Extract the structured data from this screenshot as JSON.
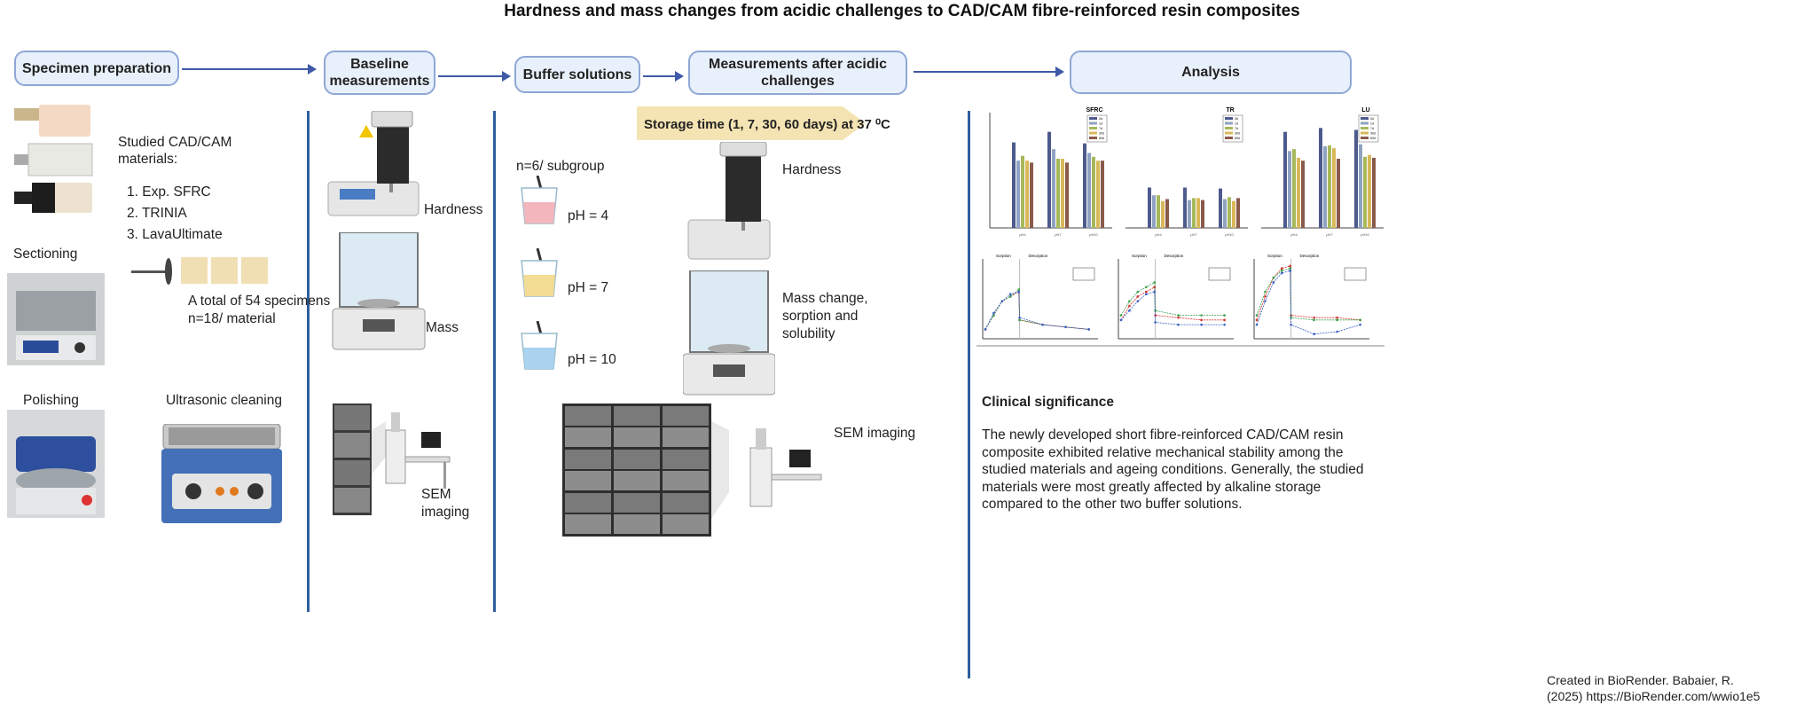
{
  "title": "Hardness and mass changes from acidic challenges to CAD/CAM fibre-reinforced resin composites",
  "steps": [
    {
      "label": "Specimen preparation"
    },
    {
      "label": "Baseline measurements"
    },
    {
      "label": "Buffer solutions"
    },
    {
      "label": "Measurements after acidic challenges"
    },
    {
      "label": "Analysis"
    }
  ],
  "specimen": {
    "materials_heading": "Studied CAD/CAM materials:",
    "materials": [
      "1.  Exp. SFRC",
      "2.  TRINIA",
      "3.  LavaUltimate"
    ],
    "sectioning": "Sectioning",
    "total": "A total of 54 specimens",
    "per_material": "n=18/ material",
    "polishing": "Polishing",
    "cleaning": "Ultrasonic cleaning"
  },
  "baseline": {
    "hardness": "Hardness",
    "mass": "Mass",
    "sem": "SEM imaging"
  },
  "buffer": {
    "subgroup": "n=6/ subgroup",
    "ph": [
      "pH = 4",
      "pH = 7",
      "pH = 10"
    ],
    "ph_colors": [
      "#f4b6bd",
      "#f3dc93",
      "#a9d3ef"
    ],
    "sem": "SEM imaging"
  },
  "after": {
    "storage": "Storage time (1, 7, 30, 60 days) at 37 ⁰C",
    "hardness": "Hardness",
    "mass": "Mass change, sorption and solubility"
  },
  "analysis": {
    "bar_charts": [
      {
        "title": "SFRC",
        "groups": [
          "pH4",
          "pH7",
          "pH10"
        ],
        "legend": [
          "0d",
          "1d",
          "7d",
          "30d",
          "60d"
        ],
        "values": [
          [
            89,
            70,
            75,
            70,
            68
          ],
          [
            100,
            82,
            72,
            72,
            68
          ],
          [
            88,
            78,
            74,
            70,
            70
          ]
        ]
      },
      {
        "title": "TR",
        "groups": [
          "pH4",
          "pH7",
          "pH10"
        ],
        "legend": [
          "0d",
          "1d",
          "7d",
          "30d",
          "60d"
        ],
        "values": [
          [
            42,
            34,
            34,
            28,
            30
          ],
          [
            42,
            29,
            31,
            31,
            29
          ],
          [
            41,
            30,
            32,
            28,
            31
          ]
        ]
      },
      {
        "title": "LU",
        "groups": [
          "pH4",
          "pH7",
          "pH10"
        ],
        "legend": [
          "0d",
          "1d",
          "7d",
          "30d",
          "60d"
        ],
        "values": [
          [
            100,
            80,
            82,
            73,
            70
          ],
          [
            104,
            85,
            86,
            83,
            72
          ],
          [
            102,
            87,
            74,
            76,
            73
          ]
        ]
      }
    ],
    "bar_colors": [
      "#4d5a8c",
      "#8fa2c0",
      "#a7b85a",
      "#d9b85a",
      "#8a5a4a"
    ],
    "line_charts": [
      {
        "sections": [
          "Sorption",
          "Desorption"
        ],
        "series": [
          [
            0.2,
            0.5,
            0.8,
            0.9,
            1.0,
            0.4,
            0.3,
            0.25,
            0.2
          ],
          [
            0.2,
            0.5,
            0.8,
            0.9,
            1.05,
            0.4,
            0.3,
            0.25,
            0.2
          ],
          [
            0.2,
            0.55,
            0.8,
            0.95,
            1.0,
            0.45,
            0.3,
            0.25,
            0.2
          ]
        ]
      },
      {
        "sections": [
          "Sorption",
          "Desorption"
        ],
        "series": [
          [
            0.4,
            0.7,
            0.9,
            1.0,
            1.1,
            0.5,
            0.45,
            0.4,
            0.4
          ],
          [
            0.5,
            0.8,
            1.0,
            1.1,
            1.2,
            0.6,
            0.5,
            0.5,
            0.5
          ],
          [
            0.4,
            0.6,
            0.8,
            0.95,
            1.0,
            0.35,
            0.3,
            0.3,
            0.3
          ]
        ]
      },
      {
        "sections": [
          "Sorption",
          "Desorption"
        ],
        "series": [
          [
            0.4,
            0.9,
            1.3,
            1.5,
            1.55,
            0.5,
            0.45,
            0.45,
            0.4
          ],
          [
            0.5,
            1.0,
            1.3,
            1.45,
            1.5,
            0.45,
            0.4,
            0.4,
            0.4
          ],
          [
            0.3,
            0.8,
            1.2,
            1.4,
            1.45,
            0.3,
            0.1,
            0.15,
            0.3
          ]
        ]
      }
    ],
    "line_colors": [
      "#d9302c",
      "#3aa14a",
      "#3a5fc8"
    ],
    "clinical_heading": "Clinical significance",
    "clinical_text": "The newly developed short fibre-reinforced CAD/CAM resin composite exhibited relative mechanical stability among the studied materials and ageing conditions. Generally, the studied materials were most greatly affected by alkaline storage compared to the other two buffer solutions."
  },
  "credit": [
    "Created in BioRender. Babaier, R.",
    "(2025) https://BioRender.com/wwio1e5"
  ]
}
